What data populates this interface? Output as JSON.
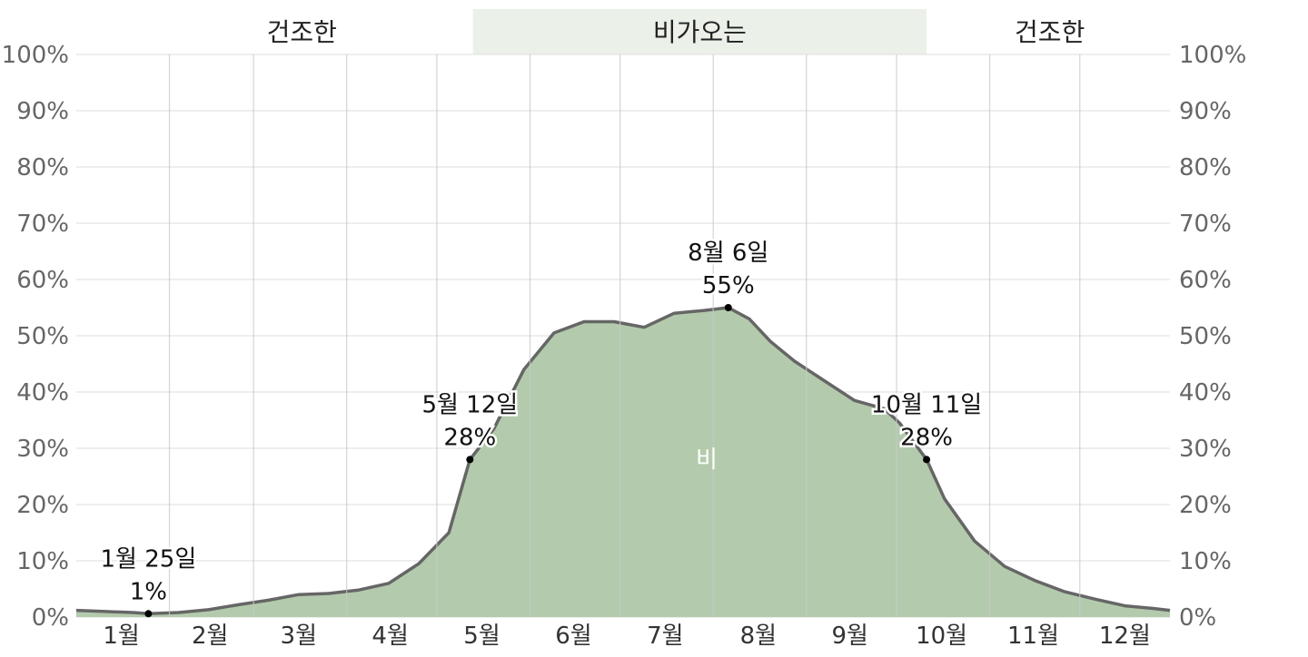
{
  "chart_data": {
    "type": "area",
    "y_tick_labels": [
      "0%",
      "10%",
      "20%",
      "30%",
      "40%",
      "50%",
      "60%",
      "70%",
      "80%",
      "90%",
      "100%"
    ],
    "ylim": [
      0,
      100
    ],
    "months": [
      "1월",
      "2월",
      "3월",
      "4월",
      "5월",
      "6월",
      "7월",
      "8월",
      "9월",
      "10월",
      "11월",
      "12월"
    ],
    "seasons": [
      {
        "label": "건조한",
        "start_day": 1,
        "end_day": 133,
        "highlight": false
      },
      {
        "label": "비가오는",
        "start_day": 133,
        "end_day": 284,
        "highlight": true
      },
      {
        "label": "건조한",
        "start_day": 284,
        "end_day": 366,
        "highlight": false
      }
    ],
    "area_label": "비",
    "x_unit": "day_of_year",
    "x": [
      1,
      10,
      20,
      25,
      35,
      45,
      55,
      65,
      75,
      85,
      95,
      105,
      115,
      125,
      132,
      140,
      150,
      160,
      170,
      180,
      190,
      200,
      210,
      218,
      225,
      232,
      240,
      250,
      260,
      270,
      275,
      284,
      290,
      300,
      310,
      320,
      330,
      340,
      350,
      360,
      365
    ],
    "values": [
      1.2,
      1.0,
      0.8,
      0.6,
      0.8,
      1.3,
      2.2,
      3.0,
      4.0,
      4.2,
      4.8,
      6.0,
      9.5,
      15.0,
      28.0,
      33.5,
      44.0,
      50.5,
      52.5,
      52.5,
      51.5,
      54.0,
      54.5,
      55.0,
      53.0,
      49.0,
      45.5,
      42.0,
      38.5,
      37.0,
      34.5,
      28.0,
      21.0,
      13.5,
      9.0,
      6.5,
      4.5,
      3.2,
      2.0,
      1.5,
      1.2
    ],
    "annotations": [
      {
        "date": "1월 25일",
        "value_label": "1%",
        "x": 25,
        "y": 0.6
      },
      {
        "date": "5월 12일",
        "value_label": "28%",
        "x": 132,
        "y": 28
      },
      {
        "date": "8월 6일",
        "value_label": "55%",
        "x": 218,
        "y": 55
      },
      {
        "date": "10월 11일",
        "value_label": "28%",
        "x": 284,
        "y": 28
      }
    ],
    "colors": {
      "area": "#b3cbac",
      "line": "#666666",
      "season_highlight": "#ebf0e9",
      "grid": "#e3e3e3",
      "month_line": "#c9c9c9"
    },
    "grid": true
  }
}
